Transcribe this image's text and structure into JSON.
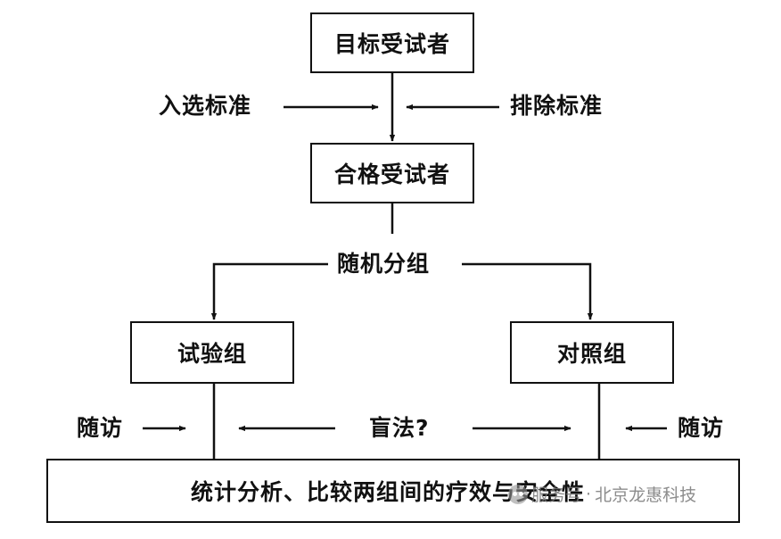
{
  "nodes": {
    "target_subjects": "目标受试者",
    "qualified_subjects": "合格受试者",
    "trial_group": "试验组",
    "control_group": "对照组",
    "analysis": "统计分析、比较两组间的疗效与安全性"
  },
  "labels": {
    "inclusion": "入选标准",
    "exclusion": "排除标准",
    "randomization": "随机分组",
    "followup_left": "随访",
    "followup_right": "随访",
    "blinding": "盲法?"
  },
  "watermark": {
    "service_label": "服务号",
    "separator": "·",
    "org_name": "北京龙惠科技"
  },
  "colors": {
    "line": "#111111",
    "watermark": "#888888"
  }
}
